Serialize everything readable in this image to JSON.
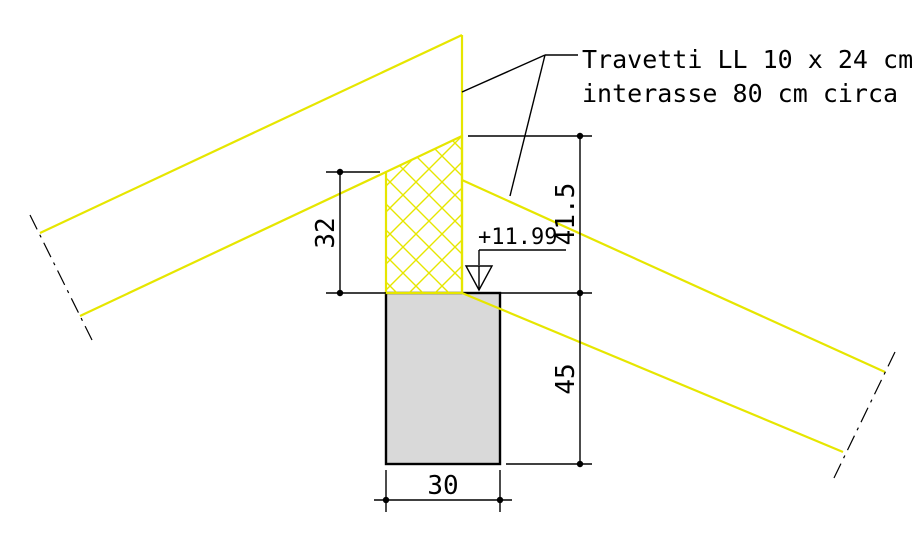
{
  "title": "",
  "annotation": {
    "line1": "Travetti LL 10 x 24 cm",
    "line2": "interasse 80 cm circa"
  },
  "elevation": "+11.99",
  "dimensions": {
    "ridge_height": "32",
    "beam_height": "41.5",
    "wall_height": "45",
    "wall_width": "30"
  },
  "colors": {
    "timber": "#e6e600",
    "concrete": "#d9d9d9",
    "lines": "#000000",
    "background": "#ffffff"
  }
}
